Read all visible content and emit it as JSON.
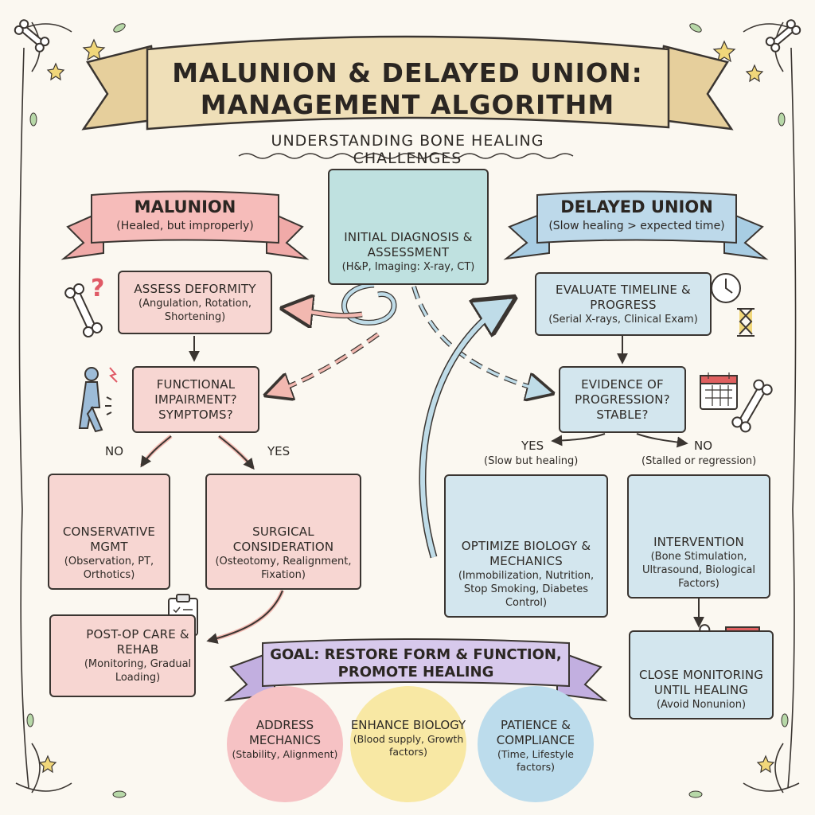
{
  "header": {
    "title_line1": "MALUNION & DELAYED UNION:",
    "title_line2": "MANAGEMENT ALGORITHM",
    "subtitle": "UNDERSTANDING BONE HEALING CHALLENGES"
  },
  "center": {
    "title": "INITIAL DIAGNOSIS & ASSESSMENT",
    "subtitle": "(H&P, Imaging: X-ray, CT)"
  },
  "malunion": {
    "banner_title": "MALUNION",
    "banner_subtitle": "(Healed, but improperly)",
    "assess": {
      "title": "ASSESS DEFORMITY",
      "subtitle": "(Angulation, Rotation, Shortening)"
    },
    "functional": {
      "title": "FUNCTIONAL IMPAIRMENT? SYMPTOMS?"
    },
    "no_label": "NO",
    "yes_label": "YES",
    "conservative": {
      "title": "CONSERVATIVE MGMT",
      "subtitle": "(Observation, PT, Orthotics)"
    },
    "surgical": {
      "title": "SURGICAL CONSIDERATION",
      "subtitle": "(Osteotomy, Realignment, Fixation)"
    },
    "postop": {
      "title": "POST-OP CARE & REHAB",
      "subtitle": "(Monitoring, Gradual Loading)"
    }
  },
  "delayed": {
    "banner_title": "DELAYED UNION",
    "banner_subtitle": "(Slow healing > expected time)",
    "evaluate": {
      "title": "EVALUATE TIMELINE & PROGRESS",
      "subtitle": "(Serial X-rays, Clinical Exam)"
    },
    "evidence": {
      "title": "EVIDENCE OF PROGRESSION? STABLE?"
    },
    "yes_label": "YES",
    "yes_sub": "(Slow but healing)",
    "no_label": "NO",
    "no_sub": "(Stalled or regression)",
    "optimize": {
      "title": "OPTIMIZE BIOLOGY & MECHANICS",
      "subtitle": "(Immobilization, Nutrition, Stop Smoking, Diabetes Control)"
    },
    "intervention": {
      "title": "INTERVENTION",
      "subtitle": "(Bone Stimulation, Ultrasound, Biological Factors)"
    },
    "monitoring": {
      "title": "CLOSE MONITORING UNTIL HEALING",
      "subtitle": "(Avoid Nonunion)"
    }
  },
  "goal": {
    "line1": "GOAL: RESTORE FORM & FUNCTION,",
    "line2": "PROMOTE HEALING",
    "pillars": [
      {
        "title": "ADDRESS MECHANICS",
        "subtitle": "(Stability, Alignment)",
        "color": "#f6c2c4"
      },
      {
        "title": "ENHANCE BIOLOGY",
        "subtitle": "(Blood supply, Growth factors)",
        "color": "#f8e8a4"
      },
      {
        "title": "PATIENCE & COMPLIANCE",
        "subtitle": "(Time, Lifestyle factors)",
        "color": "#bcdcec"
      }
    ]
  },
  "colors": {
    "malunion_pink": "#f7d6d2",
    "delayed_blue": "#d3e6ee",
    "goal_purple": "#d7c9ec",
    "scroll_tan": "#efdfb8"
  }
}
